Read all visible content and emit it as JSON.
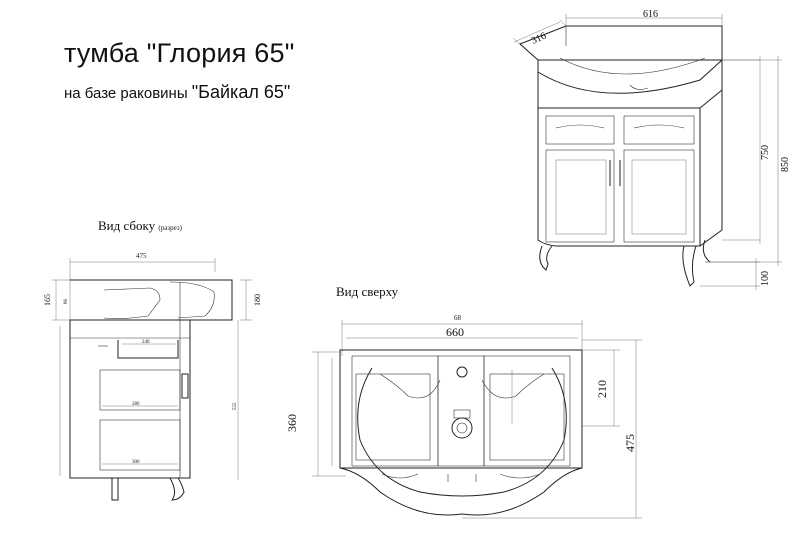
{
  "title": {
    "main": "тумба \"Глория 65\"",
    "sub_prefix": "на базе раковины ",
    "sub_model": "\"Байкал 65\""
  },
  "views": {
    "side": {
      "label": "Вид сбоку",
      "note": "(разрез)"
    },
    "top": {
      "label": "Вид сверху"
    }
  },
  "dims": {
    "iso": {
      "depth": "316",
      "width": "616",
      "h750": "750",
      "h850": "850",
      "h100": "100"
    },
    "side": {
      "width": "475",
      "h165": "165",
      "h180": "180",
      "s86": "86",
      "s240": "240",
      "s280": "280",
      "s300": "300",
      "s555": "555"
    },
    "top": {
      "w68": "68",
      "w660": "660",
      "h360": "360",
      "h210": "210",
      "h475": "475"
    }
  }
}
